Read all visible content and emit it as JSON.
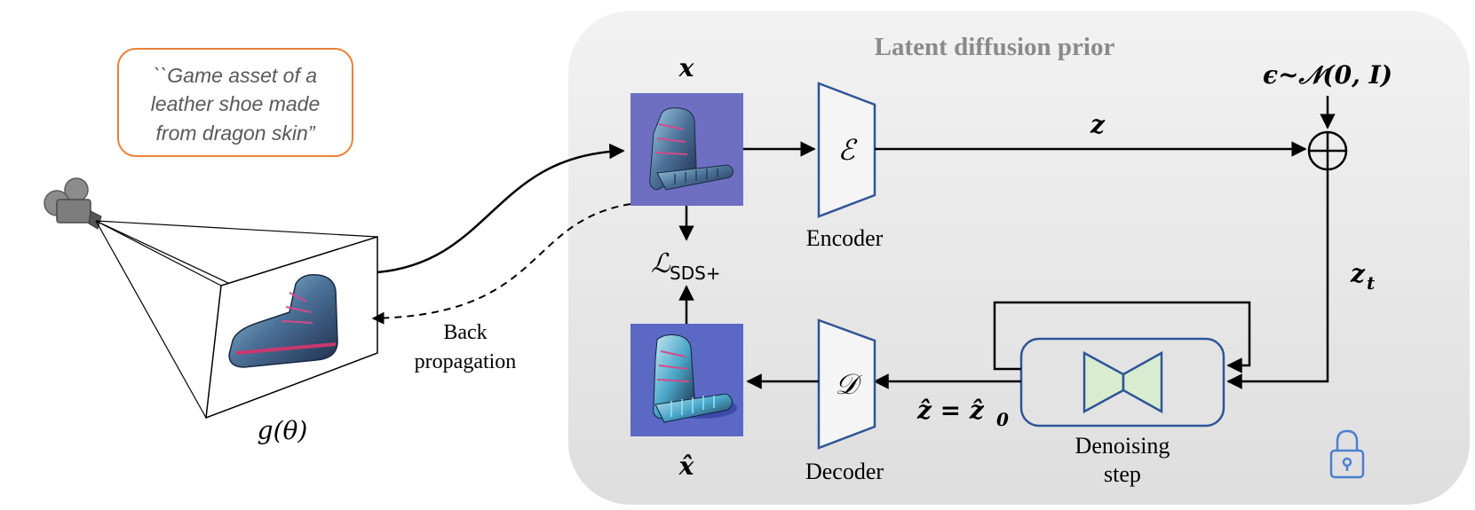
{
  "prior_panel": {
    "title": "Latent diffusion prior"
  },
  "prompt": {
    "lines": [
      "``Game asset of a",
      "leather shoe made",
      "from dragon skin”"
    ]
  },
  "labels": {
    "x": "x",
    "x_hat": "x̂",
    "z": "z",
    "z_t_main": "z",
    "z_t_sub": "t",
    "z_hat_eq": "ẑ = ẑ",
    "z_hat_sub": "0",
    "noise": "ϵ~𝒩(0, I)",
    "loss_main": "ℒ",
    "loss_sub": "SDS+",
    "g_theta": "g(θ)",
    "back_line1": "Back",
    "back_line2": "propagation"
  },
  "encoder": {
    "symbol": "ℰ",
    "label": "Encoder"
  },
  "decoder": {
    "symbol": "𝒟",
    "label": "Decoder"
  },
  "denoiser": {
    "label_line1": "Denoising",
    "label_line2": "step"
  },
  "icons": {
    "camera": "camera-icon",
    "lock": "lock-icon",
    "sum": "plus-circle-icon",
    "unet": "unet-bowtie-icon",
    "shoe": "shoe-image"
  },
  "colors": {
    "panel_bg": "#ededed",
    "prompt_border": "#e8823a",
    "trapezoid_stroke": "#2f5597",
    "unet_fill": "#d9ecd0",
    "unet_stroke": "#2f5597",
    "lock": "#4a7fd0",
    "render_bg": "#6e6fc2"
  }
}
